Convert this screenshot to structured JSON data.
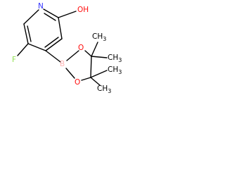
{
  "molecule": {
    "atoms": {
      "N": "N",
      "OH": "OH",
      "F": "F",
      "B": "B",
      "O_upper": "O",
      "O_lower": "O",
      "methyl_1": "CH3",
      "methyl_2": "CH3",
      "methyl_3": "CH3",
      "methyl_4": "CH3"
    }
  },
  "colors": {
    "bond": "#000000",
    "nitrogen": "#3333ff",
    "oxygen": "#ff0d0d",
    "fluorine": "#90e050",
    "boron": "#ffb5b5",
    "carbon_label": "#000000"
  }
}
